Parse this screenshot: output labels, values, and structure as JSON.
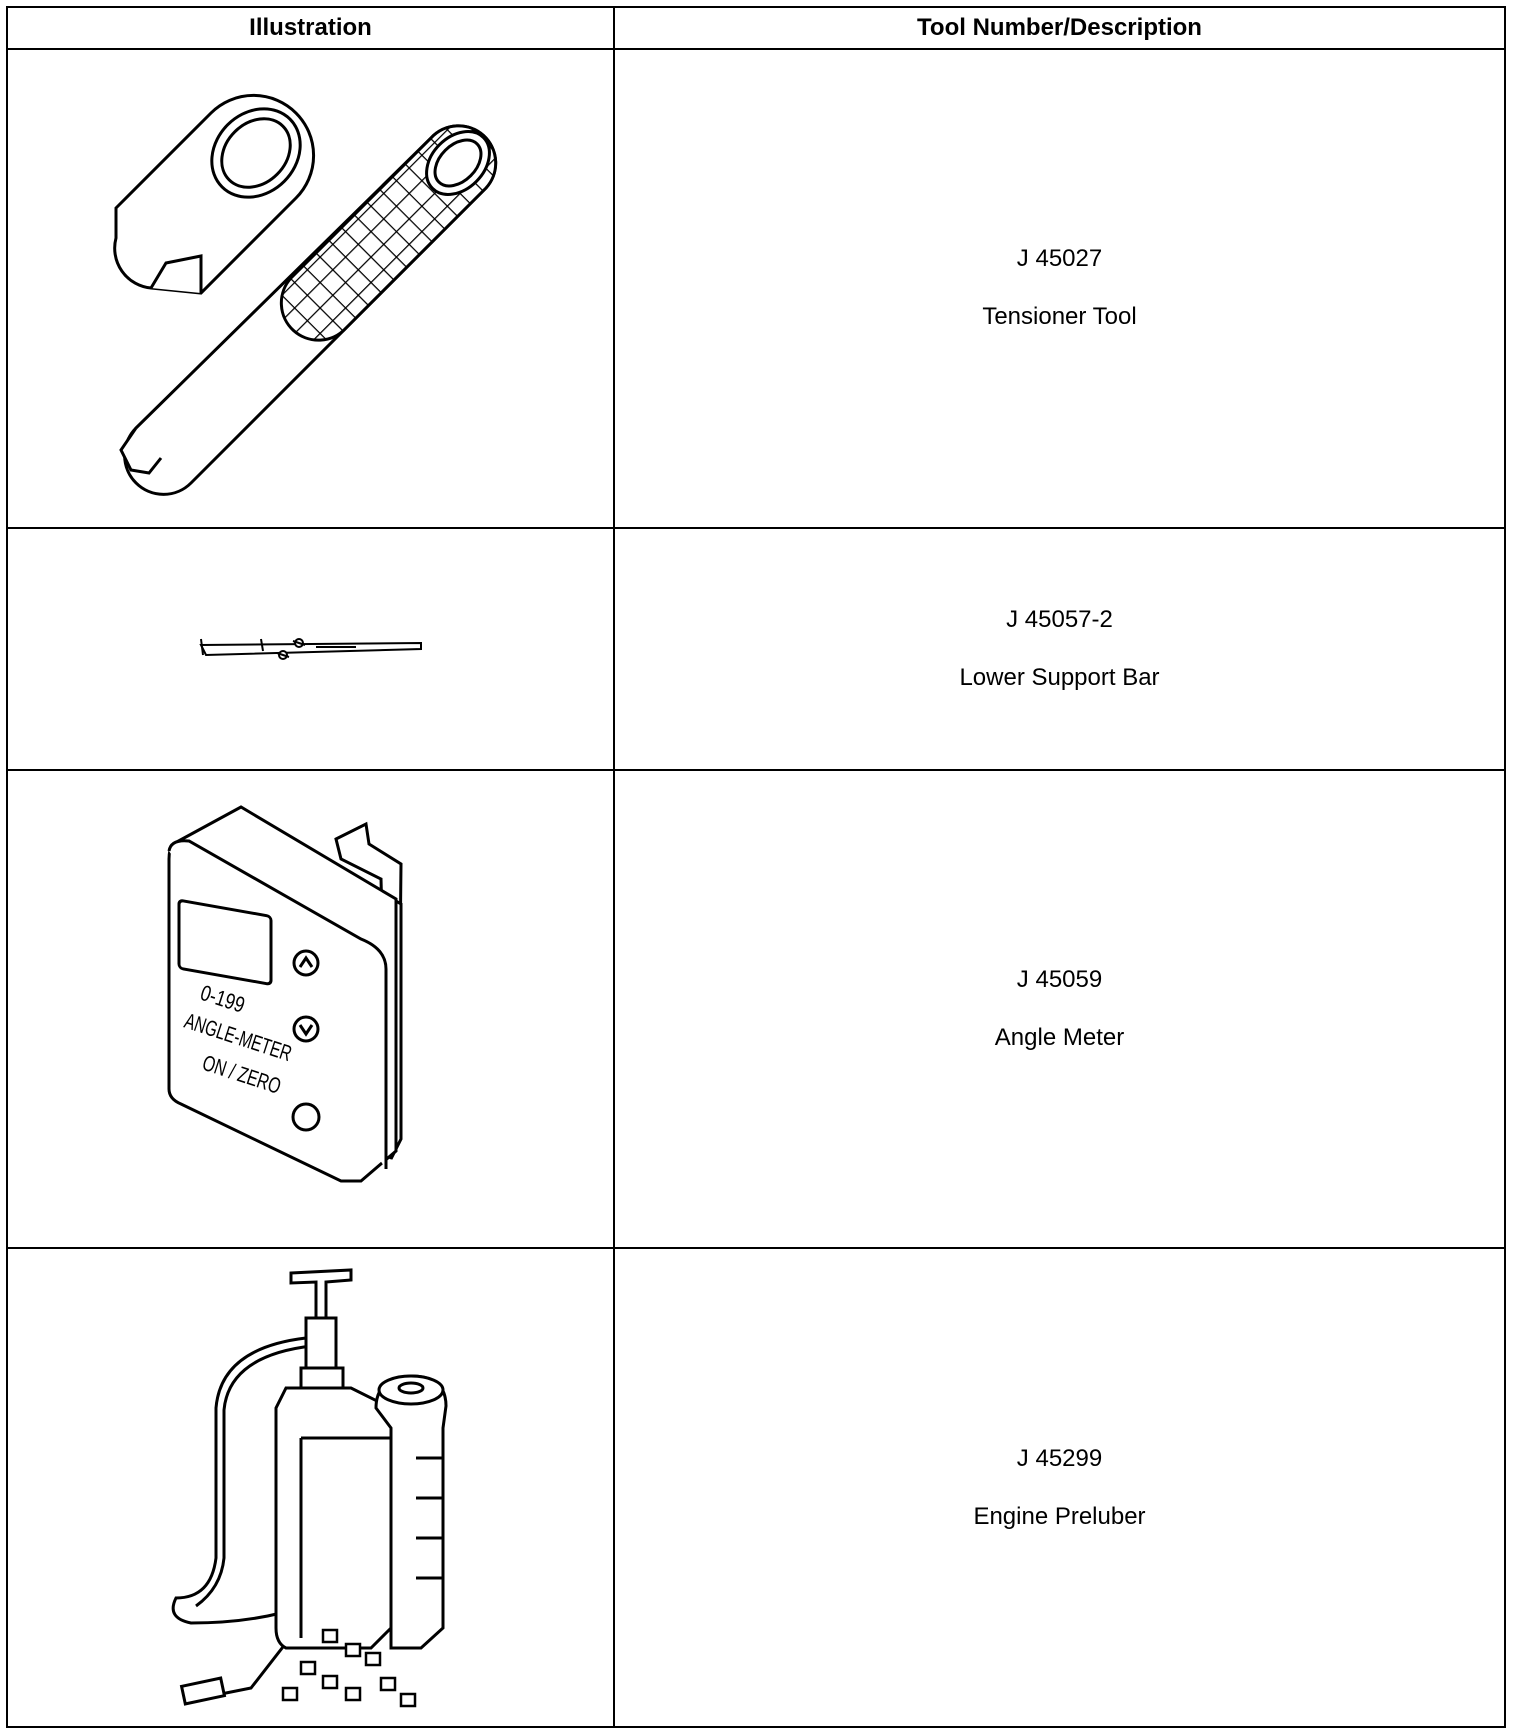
{
  "table": {
    "headers": [
      "Illustration",
      "Tool Number/Description"
    ],
    "rows": [
      {
        "tool_number": "J 45027",
        "description": "Tensioner Tool",
        "illustration": "tensioner-tool-illustration"
      },
      {
        "tool_number": "J 45057-2",
        "description": "Lower Support Bar",
        "illustration": "lower-support-bar-illustration"
      },
      {
        "tool_number": "J 45059",
        "description": "Angle Meter",
        "illustration": "angle-meter-illustration",
        "device_labels": [
          "0-199",
          "ANGLE-METER",
          "ON / ZERO"
        ]
      },
      {
        "tool_number": "J 45299",
        "description": "Engine Preluber",
        "illustration": "engine-preluber-illustration"
      }
    ]
  }
}
